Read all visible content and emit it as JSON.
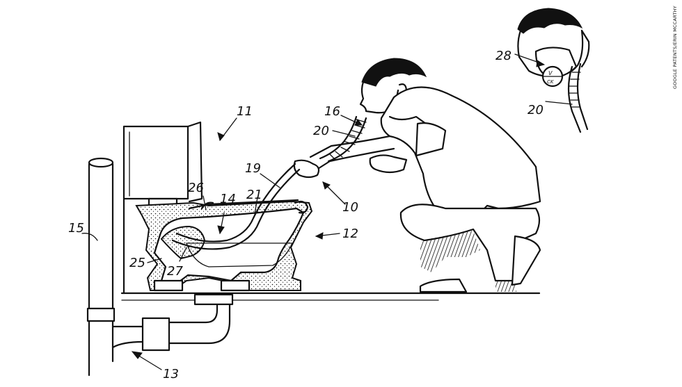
{
  "credit": "GOOGLE PATENTS/ERIN MCCARTHY",
  "labels": {
    "l10": "10",
    "l11": "11",
    "l12": "12",
    "l13": "13",
    "l14": "14",
    "l15": "15",
    "l16": "16",
    "l19": "19",
    "l20a": "20",
    "l20b": "20",
    "l21": "21",
    "l25": "25",
    "l26": "26",
    "l27": "27",
    "l28": "28"
  },
  "valve": {
    "top": "V",
    "bottom": "CK"
  }
}
